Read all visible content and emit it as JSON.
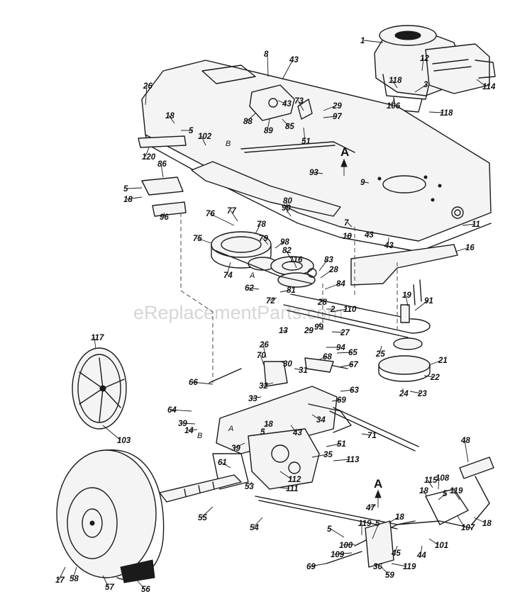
{
  "watermark": "eReplacementParts.com",
  "reference_letters": {
    "a_upper": "A",
    "a_lower": "A",
    "b_upper": "B",
    "b_lower": "B",
    "a_small_1": "A",
    "a_small_2": "A"
  },
  "callouts": [
    {
      "label": "1"
    },
    {
      "label": "12"
    },
    {
      "label": "114"
    },
    {
      "label": "118"
    },
    {
      "label": "3"
    },
    {
      "label": "106"
    },
    {
      "label": "118"
    },
    {
      "label": "8"
    },
    {
      "label": "43"
    },
    {
      "label": "26"
    },
    {
      "label": "73"
    },
    {
      "label": "29"
    },
    {
      "label": "97"
    },
    {
      "label": "88"
    },
    {
      "label": "89"
    },
    {
      "label": "85"
    },
    {
      "label": "43"
    },
    {
      "label": "18"
    },
    {
      "label": "5"
    },
    {
      "label": "102"
    },
    {
      "label": "51"
    },
    {
      "label": "120"
    },
    {
      "label": "86"
    },
    {
      "label": "93"
    },
    {
      "label": "9"
    },
    {
      "label": "5"
    },
    {
      "label": "18"
    },
    {
      "label": "96"
    },
    {
      "label": "90"
    },
    {
      "label": "80"
    },
    {
      "label": "7"
    },
    {
      "label": "10"
    },
    {
      "label": "43"
    },
    {
      "label": "43"
    },
    {
      "label": "11"
    },
    {
      "label": "76"
    },
    {
      "label": "77"
    },
    {
      "label": "78"
    },
    {
      "label": "79"
    },
    {
      "label": "98"
    },
    {
      "label": "75"
    },
    {
      "label": "82"
    },
    {
      "label": "16"
    },
    {
      "label": "116"
    },
    {
      "label": "83"
    },
    {
      "label": "74"
    },
    {
      "label": "62"
    },
    {
      "label": "28"
    },
    {
      "label": "84"
    },
    {
      "label": "81"
    },
    {
      "label": "72"
    },
    {
      "label": "19"
    },
    {
      "label": "28"
    },
    {
      "label": "2"
    },
    {
      "label": "110"
    },
    {
      "label": "91"
    },
    {
      "label": "99"
    },
    {
      "label": "29"
    },
    {
      "label": "27"
    },
    {
      "label": "13"
    },
    {
      "label": "117"
    },
    {
      "label": "26"
    },
    {
      "label": "94"
    },
    {
      "label": "65"
    },
    {
      "label": "25"
    },
    {
      "label": "21"
    },
    {
      "label": "70"
    },
    {
      "label": "30"
    },
    {
      "label": "68"
    },
    {
      "label": "67"
    },
    {
      "label": "22"
    },
    {
      "label": "66"
    },
    {
      "label": "31"
    },
    {
      "label": "24"
    },
    {
      "label": "23"
    },
    {
      "label": "32"
    },
    {
      "label": "33"
    },
    {
      "label": "63"
    },
    {
      "label": "69"
    },
    {
      "label": "64"
    },
    {
      "label": "39"
    },
    {
      "label": "14"
    },
    {
      "label": "18"
    },
    {
      "label": "5"
    },
    {
      "label": "43"
    },
    {
      "label": "34"
    },
    {
      "label": "71"
    },
    {
      "label": "103"
    },
    {
      "label": "51"
    },
    {
      "label": "39"
    },
    {
      "label": "35"
    },
    {
      "label": "48"
    },
    {
      "label": "61"
    },
    {
      "label": "113"
    },
    {
      "label": "112"
    },
    {
      "label": "53"
    },
    {
      "label": "111"
    },
    {
      "label": "115"
    },
    {
      "label": "108"
    },
    {
      "label": "18"
    },
    {
      "label": "5"
    },
    {
      "label": "119"
    },
    {
      "label": "55"
    },
    {
      "label": "47"
    },
    {
      "label": "18"
    },
    {
      "label": "18"
    },
    {
      "label": "54"
    },
    {
      "label": "5"
    },
    {
      "label": "107"
    },
    {
      "label": "5"
    },
    {
      "label": "119"
    },
    {
      "label": "101"
    },
    {
      "label": "100"
    },
    {
      "label": "109"
    },
    {
      "label": "44"
    },
    {
      "label": "45"
    },
    {
      "label": "119"
    },
    {
      "label": "69"
    },
    {
      "label": "36"
    },
    {
      "label": "59"
    },
    {
      "label": "17"
    },
    {
      "label": "58"
    },
    {
      "label": "57"
    },
    {
      "label": "56"
    }
  ]
}
